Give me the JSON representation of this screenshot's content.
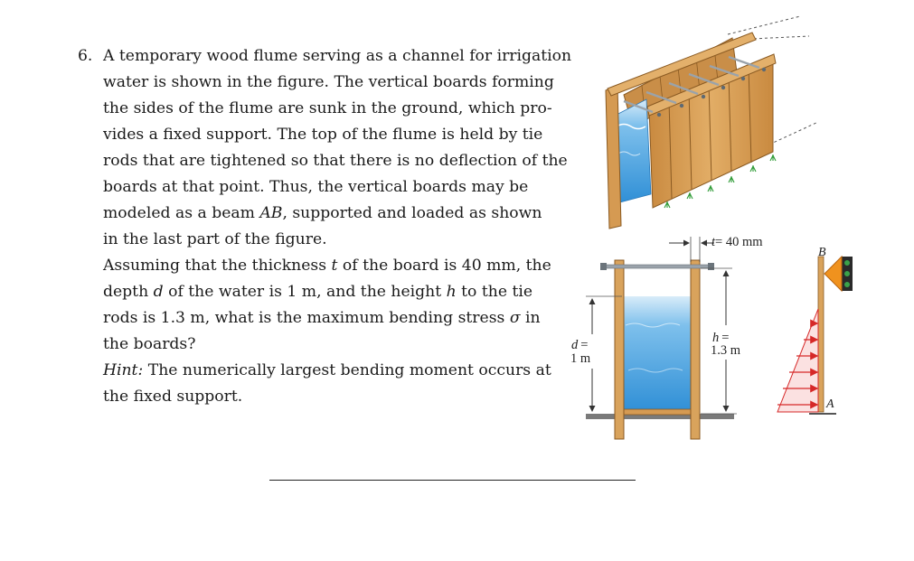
{
  "problem": {
    "number": "6.",
    "lines": [
      [
        "A temporary wood flume serving as a channel for irrigation"
      ],
      [
        "water is shown in the figure. The vertical boards forming"
      ],
      [
        "the sides of the flume are sunk in the ground, which pro-"
      ],
      [
        "vides a fixed support. The top of the flume is held by tie"
      ],
      [
        "rods that are tightened so that there is no deflection of the"
      ],
      [
        "boards at that point. Thus, the vertical boards may be"
      ],
      [
        "modeled as a beam ",
        "AB",
        ", supported and loaded as shown"
      ],
      [
        "in the last part of the figure."
      ]
    ],
    "para2": [
      [
        "Assuming that the thickness ",
        "t",
        " of the board is 40 mm, the"
      ],
      [
        "depth ",
        "d",
        " of the water is 1 m, and the height ",
        "h",
        " to the tie"
      ],
      [
        "rods is 1.3 m, what is the maximum bending stress ",
        "σ",
        " in"
      ],
      [
        "the boards?"
      ]
    ],
    "hint": {
      "label": "Hint:",
      "line1": " The numerically largest bending moment occurs at",
      "line2": "the fixed support."
    }
  },
  "figure": {
    "t_label": "t",
    "t_value": "= 40 mm",
    "h_label": "h",
    "h_eq": "=",
    "h_value": "1.3 m",
    "d_label": "d",
    "d_eq": "=",
    "d_value": "1 m",
    "point_b": "B",
    "point_a": "A",
    "colors": {
      "wood": "#d9a35c",
      "wood_dark": "#b57a38",
      "water": "#4aa3e0",
      "support": "#f0921e",
      "load_arrow": "#d62828"
    }
  }
}
